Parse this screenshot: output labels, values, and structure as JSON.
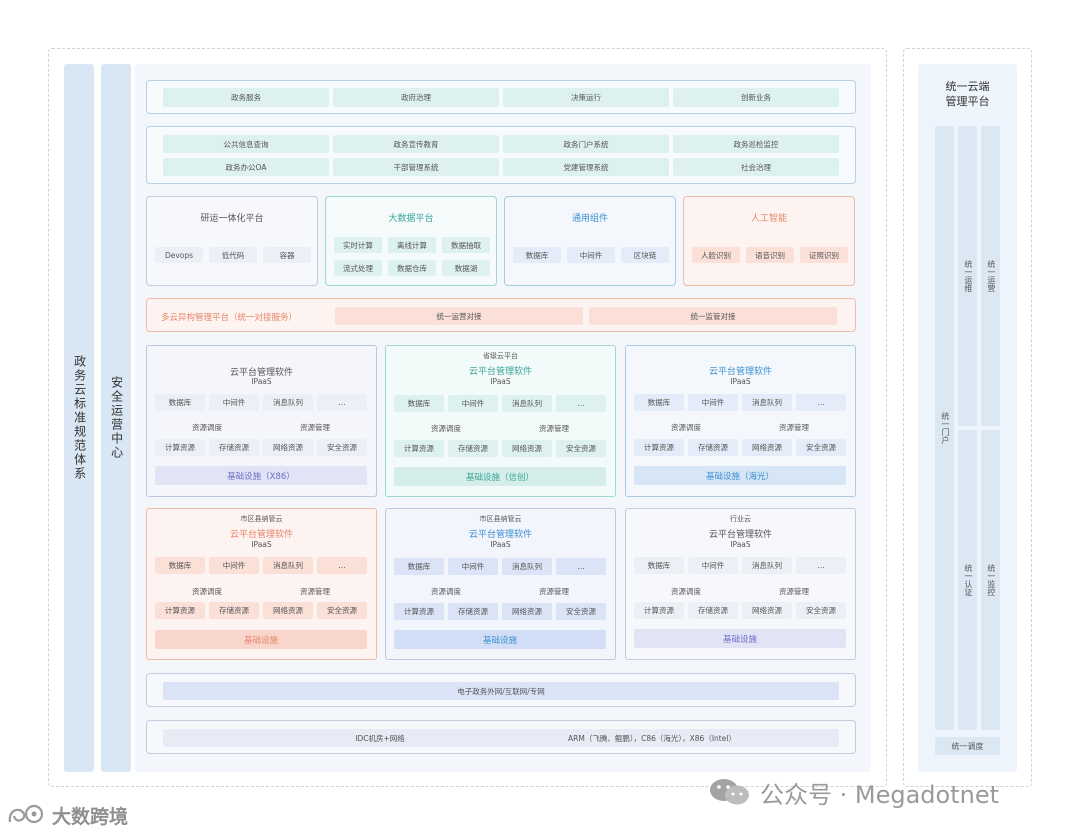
{
  "left_bars": {
    "standards": "政务云标准规范体系",
    "security": "安全运营中心"
  },
  "row_business": [
    "政务服务",
    "政府治理",
    "决策运行",
    "创新业务"
  ],
  "row_apps": [
    [
      "公共信息查询",
      "政务宣传教育",
      "政务门户系统",
      "政务巡检监控"
    ],
    [
      "政务办公OA",
      "干部管理系统",
      "党建管理系统",
      "社会治理"
    ]
  ],
  "platforms": {
    "devops": {
      "title": "研运一体化平台",
      "items": [
        "Devops",
        "低代码",
        "容器"
      ]
    },
    "bigdata": {
      "title": "大数据平台",
      "items": [
        "实时计算",
        "离线计算",
        "数据抽取",
        "流式处理",
        "数据仓库",
        "数据湖"
      ]
    },
    "common": {
      "title": "通用组件",
      "items": [
        "数据库",
        "中间件",
        "区块链"
      ]
    },
    "ai": {
      "title": "人工智能",
      "items": [
        "人脸识别",
        "语音识别",
        "证照识别"
      ]
    }
  },
  "multicloud": {
    "title": "多云异构管理平台（统一对接服务）",
    "ops": "统一运营对接",
    "monitor": "统一监管对接"
  },
  "cloud_common": {
    "paas_items": [
      "数据库",
      "中间件",
      "消息队列",
      "..."
    ],
    "sched": "资源调度",
    "mgmt": "资源管理",
    "res_items": [
      "计算资源",
      "存储资源",
      "网络资源",
      "安全资源"
    ]
  },
  "clouds": [
    {
      "sub": "",
      "title": "云平台管理软件",
      "ipaas": "IPaaS",
      "infra": "基础设施（X86）"
    },
    {
      "sub": "省级云平台",
      "title": "云平台管理软件",
      "ipaas": "IPaaS",
      "infra": "基础设施（信创）"
    },
    {
      "sub": "",
      "title": "云平台管理软件",
      "ipaas": "IPaaS",
      "infra": "基础设施（海光）"
    },
    {
      "sub": "市区县纳管云",
      "title": "云平台管理软件",
      "ipaas": "IPaaS",
      "infra": "基础设施"
    },
    {
      "sub": "市区县纳管云",
      "title": "云平台管理软件",
      "ipaas": "IPaaS",
      "infra": "基础设施"
    },
    {
      "sub": "行业云",
      "title": "云平台管理软件",
      "ipaas": "IPaaS",
      "infra": "基础设施"
    }
  ],
  "network": "电子政务外网/互联网/专网",
  "infra_bottom": {
    "idc": "IDC机房+网络",
    "chips": "ARM（飞腾、鲲鹏），C86（海光），X86（Intel）"
  },
  "right_panel": {
    "title_l1": "统一云端",
    "title_l2": "管理平台",
    "portal": "统一门户",
    "ops_maint": "统一运维",
    "operate": "统一运营",
    "auth": "统一认证",
    "monitor": "统一监控",
    "schedule": "统一调度"
  },
  "watermark": "公众号 · Megadotnet",
  "logo": "大数跨境",
  "colors": {
    "teal": "#3aa39a",
    "blue_title": "#3c8fd1",
    "salmon": "#e8846a",
    "purple": "#6a6fc4"
  }
}
